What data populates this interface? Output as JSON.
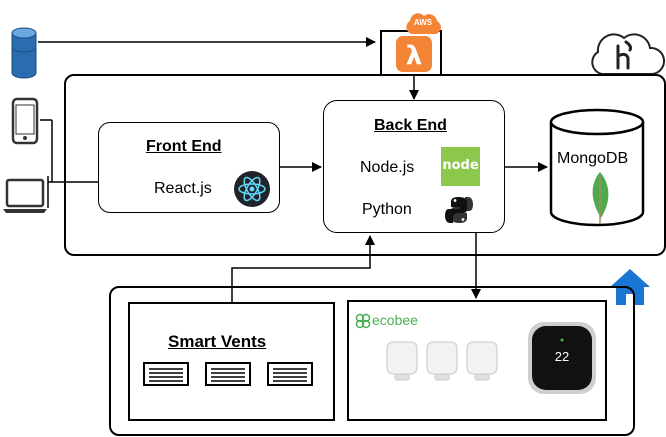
{
  "aws": {
    "badge": "AWS"
  },
  "front_end": {
    "title": "Front End",
    "tech": "React.js"
  },
  "back_end": {
    "title": "Back End",
    "tech1": "Node.js",
    "tech2": "Python",
    "node_logo_text": "node"
  },
  "database": {
    "name": "MongoDB"
  },
  "smart_vents": {
    "title": "Smart Vents"
  },
  "ecobee": {
    "brand": "ecobee",
    "thermostat_reading": "22"
  },
  "colors": {
    "aws_orange": "#f58536",
    "node_green": "#8cc84b",
    "mongo_green": "#4fa94d",
    "home_blue": "#1976d2",
    "database_blue": "#2b6cb0",
    "ecobee_green": "#4caf50"
  },
  "icons": [
    "database-icon",
    "phone-icon",
    "laptop-icon",
    "aws-lambda-icon",
    "heroku-cloud-icon",
    "react-icon",
    "node-icon",
    "python-icon",
    "mongodb-leaf-icon",
    "home-icon",
    "vent-icon",
    "ecobee-sensor-icon",
    "ecobee-thermostat-icon"
  ]
}
